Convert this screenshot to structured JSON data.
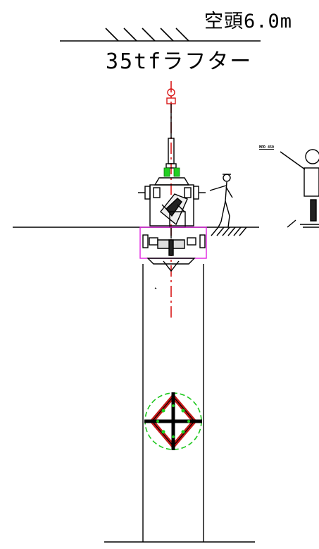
{
  "headroom": {
    "label": "空頭6.0m"
  },
  "crane": {
    "label": "35tfラフター"
  },
  "equipment_tag": {
    "label": "MPD 450"
  },
  "colors": {
    "line": "#000000",
    "centerline": "#d91818",
    "casing_outline": "#e020e0",
    "bit_circle": "#1ec81e",
    "bit_body": "#c41a1a",
    "highlight_green": "#22d022"
  }
}
